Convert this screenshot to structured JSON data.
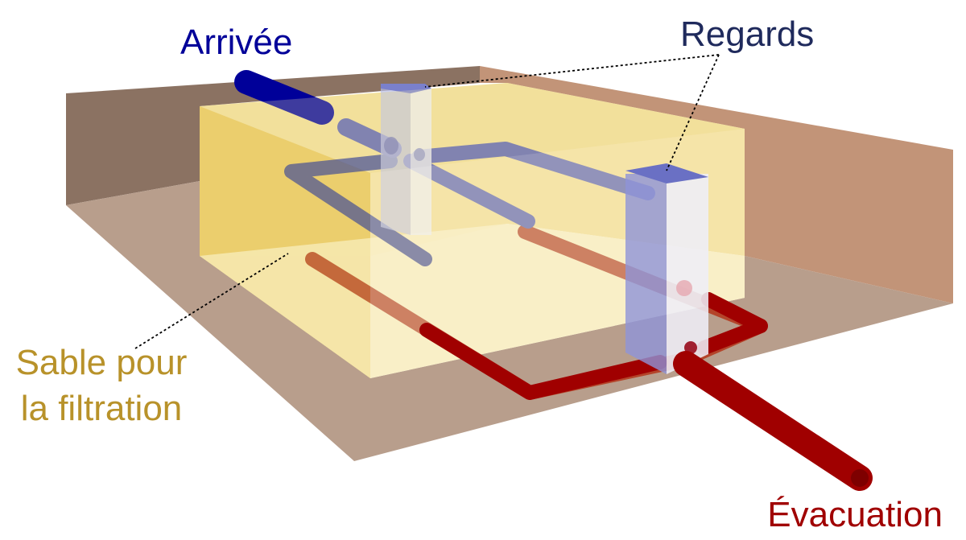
{
  "labels": {
    "inlet": "Arrivée",
    "inspection": "Regards",
    "sand_line1": "Sable pour",
    "sand_line2": "la filtration",
    "outlet": "Évacuation"
  },
  "colors": {
    "inlet": "#000099",
    "inlet_pipe": "#5a60b0",
    "inspection": "#1f2a5c",
    "sand_text": "#b8922a",
    "sand_fill": "#f2d66e",
    "outlet": "#a00000",
    "soil_back": "#8b7262",
    "soil_right": "#c29478",
    "soil_floor": "#b89e8c"
  }
}
